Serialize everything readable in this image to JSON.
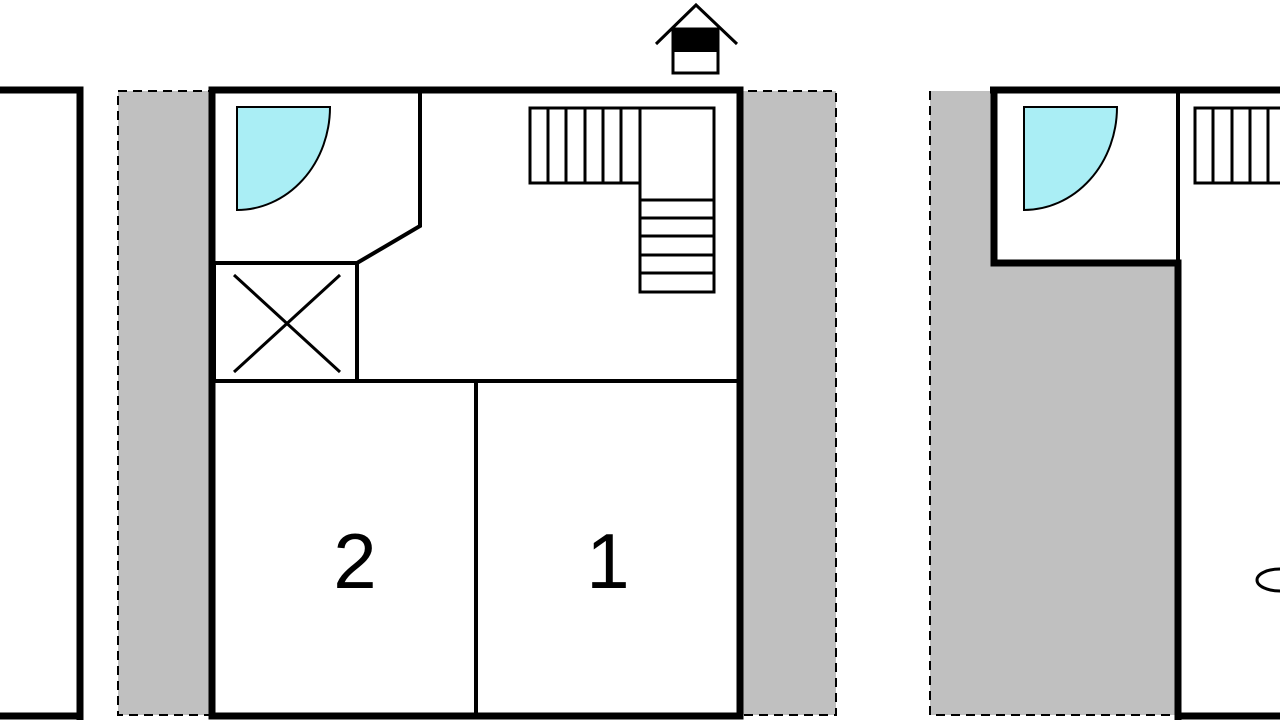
{
  "floor_plan": {
    "rooms": [
      {
        "id": "bedroom-2",
        "label": "2"
      },
      {
        "id": "bedroom-1",
        "label": "1"
      }
    ],
    "icons": [
      "entrance-house-icon",
      "shower-icon",
      "staircase-icon",
      "closet-x-icon"
    ],
    "colors": {
      "wall": "#000000",
      "outdoor_area": "#c0c0c0",
      "shower": "#aaeef5",
      "background": "#ffffff"
    }
  }
}
